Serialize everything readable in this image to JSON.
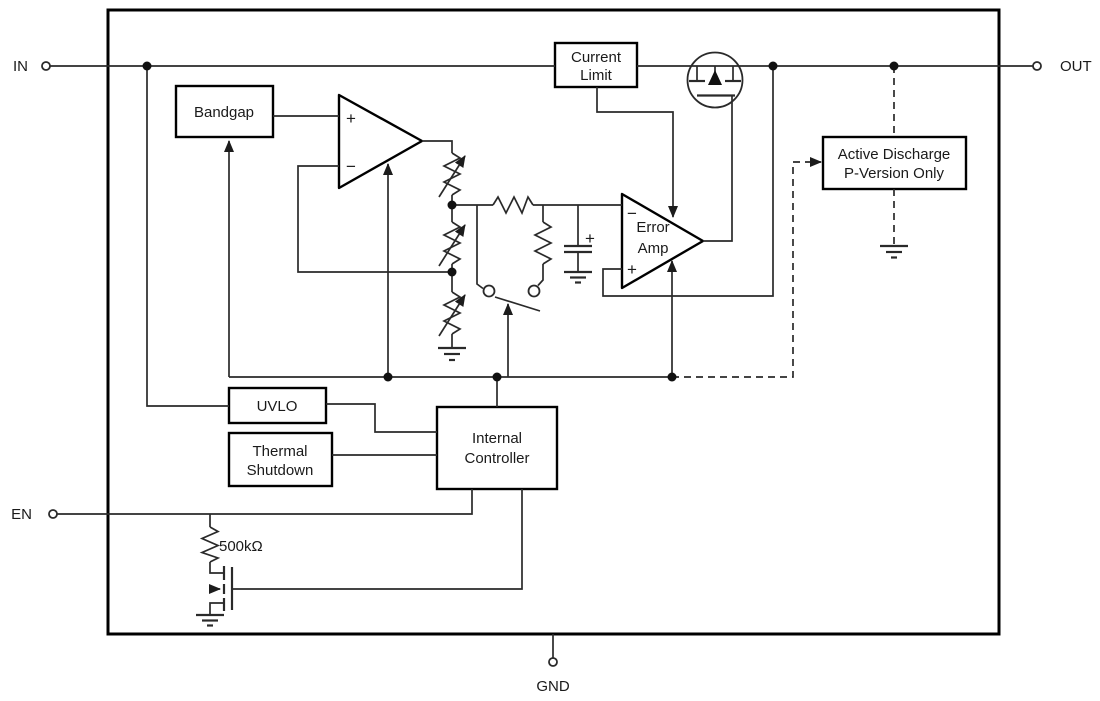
{
  "diagram": {
    "pins": {
      "in": "IN",
      "out": "OUT",
      "en": "EN",
      "gnd": "GND"
    },
    "blocks": {
      "bandgap": {
        "label": "Bandgap"
      },
      "current_limit": {
        "line1": "Current",
        "line2": "Limit"
      },
      "uvlo": {
        "label": "UVLO"
      },
      "thermal_shutdown": {
        "line1": "Thermal",
        "line2": "Shutdown"
      },
      "internal_controller": {
        "line1": "Internal",
        "line2": "Controller"
      },
      "active_discharge": {
        "line1": "Active Discharge",
        "line2": "P-Version Only"
      },
      "error_amp": {
        "line1": "Error",
        "line2": "Amp"
      }
    },
    "labels": {
      "pulldown_resistor": "500kΩ",
      "opamp_plus": "+",
      "opamp_minus": "−",
      "error_amp_minus": "−",
      "error_amp_plus": "+",
      "cap_polarity": "+"
    },
    "colors": {
      "wire": "#2a2a2a",
      "outline": "#000000",
      "background": "#ffffff",
      "text": "#1a1a1a"
    }
  }
}
